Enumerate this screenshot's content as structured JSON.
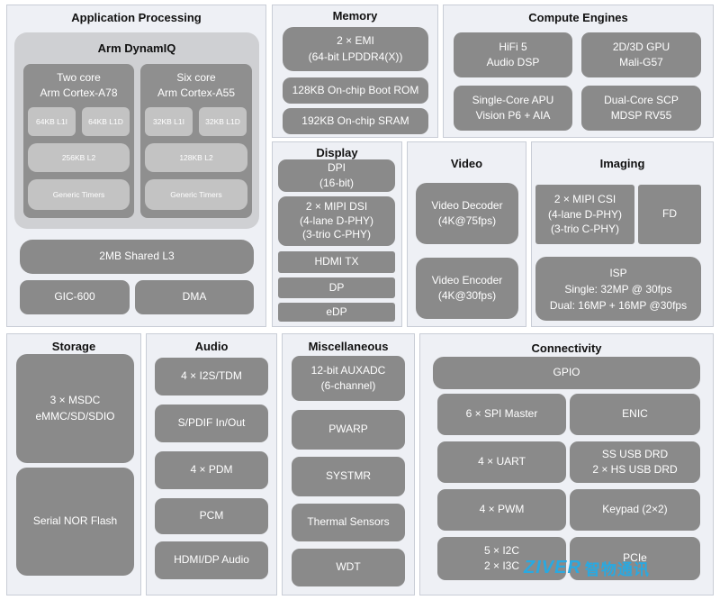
{
  "app_processing": {
    "title": "Application Processing",
    "cluster": "Arm DynamIQ",
    "core_a": {
      "title": "Two core\nArm Cortex-A78",
      "l1i": "64KB L1I",
      "l1d": "64KB L1D",
      "l2": "256KB L2",
      "timers": "Generic Timers"
    },
    "core_b": {
      "title": "Six core\nArm Cortex-A55",
      "l1i": "32KB L1I",
      "l1d": "32KB L1D",
      "l2": "128KB L2",
      "timers": "Generic Timers"
    },
    "l3": "2MB Shared L3",
    "gic": "GIC-600",
    "dma": "DMA"
  },
  "memory": {
    "title": "Memory",
    "emi": "2 × EMI\n(64-bit LPDDR4(X))",
    "boot_rom": "128KB On-chip Boot ROM",
    "sram": "192KB On-chip SRAM"
  },
  "compute": {
    "title": "Compute Engines",
    "hifi": "HiFi 5\nAudio DSP",
    "gpu": "2D/3D GPU\nMali-G57",
    "apu": "Single-Core APU\nVision P6 + AIA",
    "scp": "Dual-Core SCP\nMDSP RV55"
  },
  "display": {
    "title": "Display",
    "dpi": "DPI\n(16-bit)",
    "dsi": "2 × MIPI DSI\n(4-lane D-PHY)\n(3-trio C-PHY)",
    "hdmi": "HDMI TX",
    "dp": "DP",
    "edp": "eDP"
  },
  "video": {
    "title": "Video",
    "decoder": "Video Decoder\n(4K@75fps)",
    "encoder": "Video Encoder\n(4K@30fps)"
  },
  "imaging": {
    "title": "Imaging",
    "csi": "2 × MIPI CSI\n(4-lane D-PHY)\n(3-trio C-PHY)",
    "fd": "FD",
    "isp": "ISP\nSingle: 32MP @ 30fps\nDual: 16MP + 16MP @30fps"
  },
  "storage": {
    "title": "Storage",
    "msdc": "3 × MSDC\neMMC/SD/SDIO",
    "nor": "Serial NOR Flash"
  },
  "audio": {
    "title": "Audio",
    "i2s": "4 × I2S/TDM",
    "spdif": "S/PDIF In/Out",
    "pdm": "4 × PDM",
    "pcm": "PCM",
    "hdmi_audio": "HDMI/DP Audio"
  },
  "misc": {
    "title": "Miscellaneous",
    "auxadc": "12-bit AUXADC\n(6-channel)",
    "pwarp": "PWARP",
    "systmr": "SYSTMR",
    "thermal": "Thermal Sensors",
    "wdt": "WDT"
  },
  "connectivity": {
    "title": "Connectivity",
    "gpio": "GPIO",
    "spi": "6 × SPI Master",
    "enic": "ENIC",
    "uart": "4 × UART",
    "usb": "SS USB DRD\n2 × HS USB DRD",
    "pwm": "4 × PWM",
    "keypad": "Keypad (2×2)",
    "i2c": "5 × I2C\n2 × I3C",
    "pcie": "PCIe"
  },
  "watermark": {
    "logo": "ZIVER",
    "cn": "智物通讯"
  }
}
